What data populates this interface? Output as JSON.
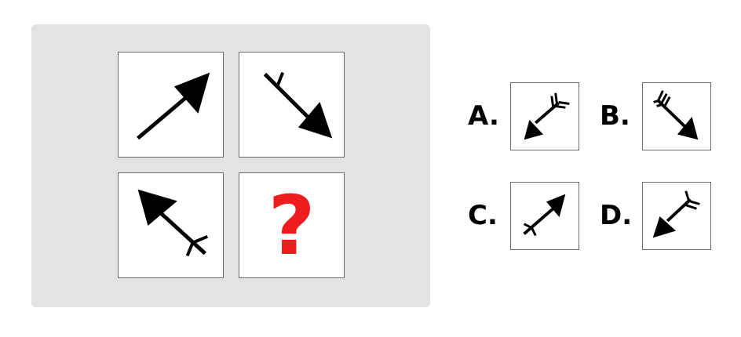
{
  "puzzle": {
    "grid": [
      {
        "position": "top-left",
        "figure": "arrow pointing up-right, no feathers"
      },
      {
        "position": "top-right",
        "figure": "arrow pointing down-right, one feather"
      },
      {
        "position": "bottom-left",
        "figure": "arrow pointing up-left, two feathers"
      },
      {
        "position": "bottom-right",
        "figure": "unknown",
        "text": "?"
      }
    ],
    "question_mark": "?",
    "question_color": "#ee1c1c"
  },
  "options": [
    {
      "label": "A.",
      "figure": "arrow pointing down-left, three feathers"
    },
    {
      "label": "B.",
      "figure": "arrow pointing down-right, three feathers"
    },
    {
      "label": "C.",
      "figure": "arrow pointing up-right, two feathers"
    },
    {
      "label": "D.",
      "figure": "arrow pointing down-left, three feathers"
    }
  ],
  "colors": {
    "panel": "#e3e3e3",
    "border": "#6b6b6b",
    "arrow": "#000000"
  }
}
